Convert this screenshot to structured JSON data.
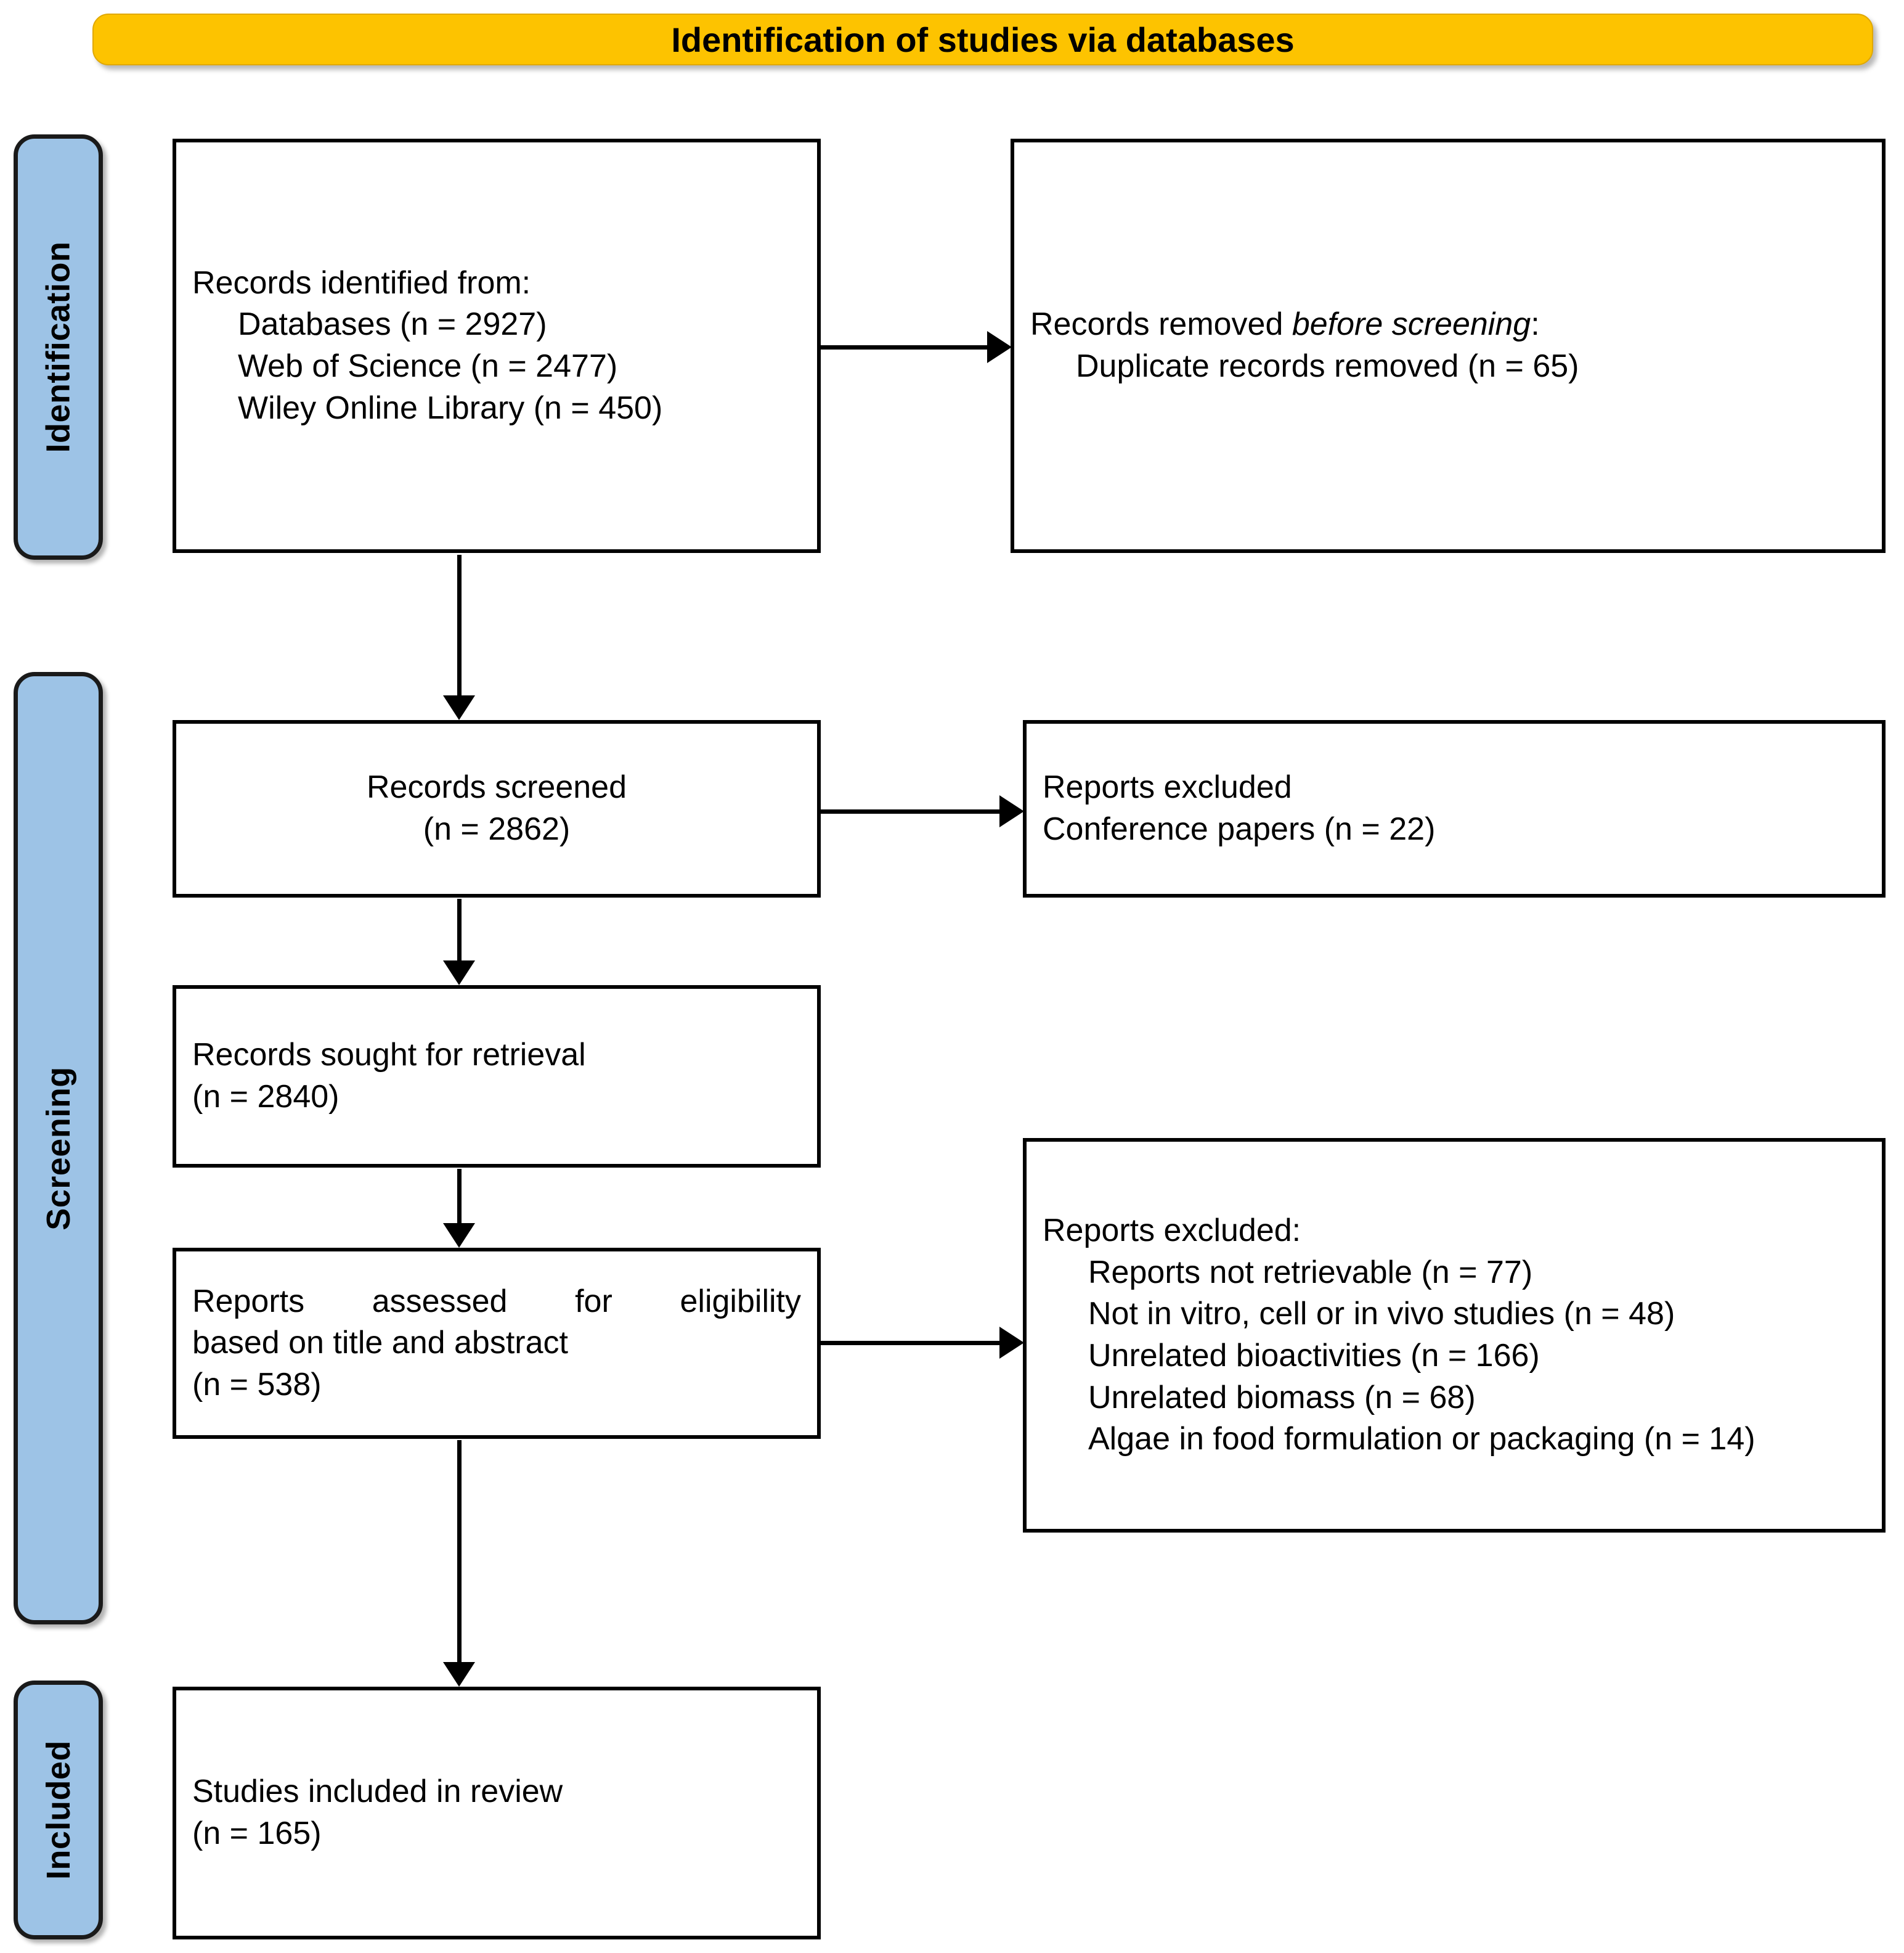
{
  "banner": {
    "title": "Identification of studies via databases",
    "color": "#FDC300"
  },
  "phases": {
    "color": "#9DC3E6",
    "items": [
      {
        "label": "Identification"
      },
      {
        "label": "Screening"
      },
      {
        "label": "Included"
      }
    ]
  },
  "boxes": {
    "records_identified": {
      "lines": [
        "Records identified from:",
        "Databases (n = 2927)",
        "Web of Science (n = 2477)",
        "Wiley Online Library (n = 450)"
      ]
    },
    "records_removed": {
      "line1_prefix": "Records removed ",
      "line1_italic": "before screening",
      "line1_suffix": ":",
      "line2": "Duplicate records removed (n = 65)"
    },
    "records_screened": {
      "line1": "Records screened",
      "line2": "(n = 2862)"
    },
    "reports_excluded_conference": {
      "line1": "Reports excluded",
      "line2": "Conference papers (n = 22)"
    },
    "records_sought": {
      "line1": "Records sought for retrieval",
      "line2": "(n = 2840)"
    },
    "reports_assessed": {
      "line1": "Reports assessed for eligibility",
      "line2": "based on title and abstract",
      "line3": "(n = 538)"
    },
    "reports_excluded_detail": {
      "heading": "Reports excluded:",
      "items": [
        "Reports not retrievable (n = 77)",
        "Not in vitro, cell or in vivo studies (n = 48)",
        "Unrelated bioactivities (n = 166)",
        "Unrelated biomass (n = 68)",
        "Algae in food formulation or packaging (n = 14)"
      ]
    },
    "studies_included": {
      "line1": "Studies included in review",
      "line2": "(n = 165)"
    }
  },
  "counts": {
    "databases": 2927,
    "web_of_science": 2477,
    "wiley_online_library": 450,
    "duplicates_removed": 65,
    "records_screened": 2862,
    "conference_papers_excluded": 22,
    "records_sought_for_retrieval": 2840,
    "reports_assessed": 538,
    "reports_not_retrievable": 77,
    "not_in_vitro_cell_in_vivo": 48,
    "unrelated_bioactivities": 166,
    "unrelated_biomass": 68,
    "algae_food_formulation_packaging": 14,
    "studies_included": 165
  }
}
